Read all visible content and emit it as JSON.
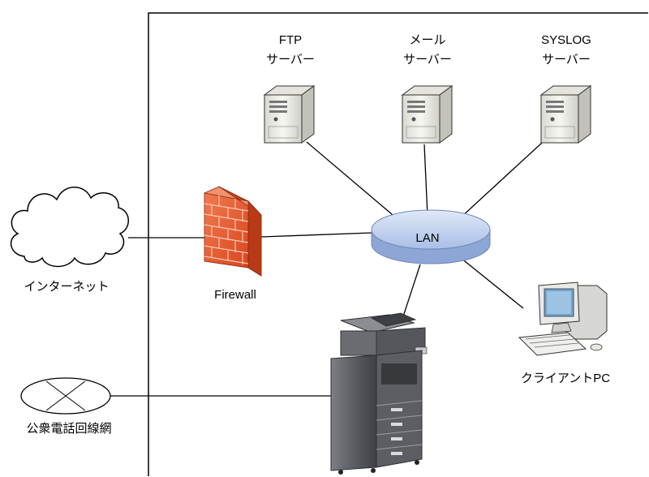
{
  "nodes": {
    "ftp_server": {
      "label_line1": "FTP",
      "label_line2": "サーバー",
      "icon": "server-tower-icon"
    },
    "mail_server": {
      "label_line1": "メール",
      "label_line2": "サーバー",
      "icon": "server-tower-icon"
    },
    "syslog_server": {
      "label_line1": "SYSLOG",
      "label_line2": "サーバー",
      "icon": "server-tower-icon"
    },
    "lan": {
      "label": "LAN",
      "icon": "network-hub-icon"
    },
    "firewall": {
      "label": "Firewall",
      "icon": "brick-firewall-icon"
    },
    "internet": {
      "label": "インターネット",
      "icon": "cloud-icon"
    },
    "client_pc": {
      "label": "クライアントPC",
      "icon": "desktop-pc-icon"
    },
    "pstn": {
      "label": "公衆電話回線網",
      "icon": "phone-network-icon"
    },
    "mfp": {
      "label": "",
      "icon": "multifunction-printer-icon"
    }
  },
  "colors": {
    "firewall_brick": "#e8552a",
    "firewall_mortar": "#f6c9b4",
    "lan_fill": "#b8cbea",
    "lan_edge": "#6f86b8",
    "server_body": "#f1f1ea",
    "printer_body": "#5a5c60"
  }
}
